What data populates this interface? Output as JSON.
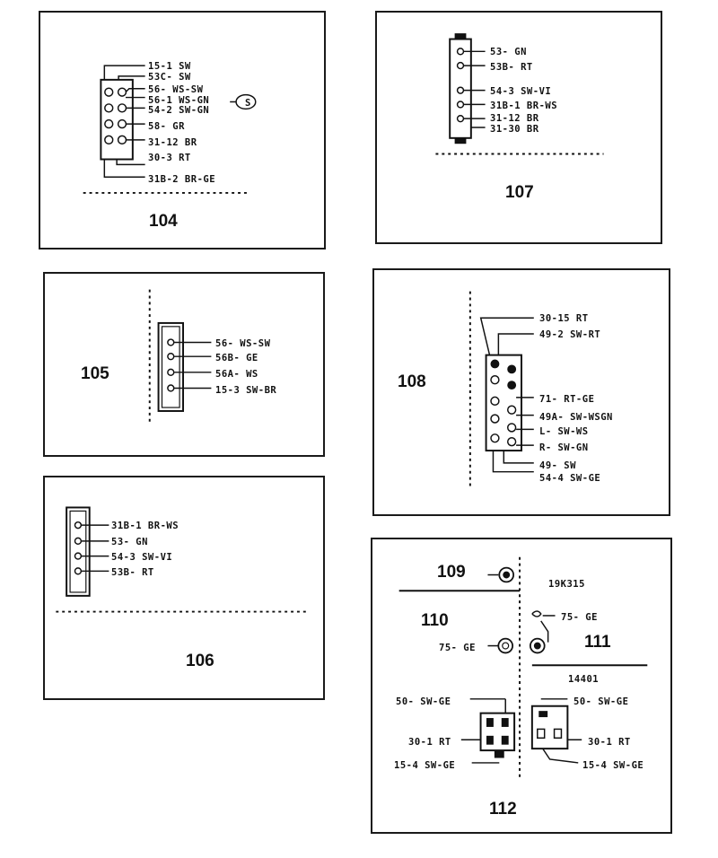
{
  "panels": {
    "p104": {
      "number": "104",
      "labels": [
        "15-1 SW",
        "53C- SW",
        "56- WS-SW",
        "56-1 WS-GN",
        "54-2 SW-GN",
        "58- GR",
        "31-12 BR",
        "30-3 RT",
        "31B-2 BR-GE"
      ],
      "symbol": "S"
    },
    "p107": {
      "number": "107",
      "labels": [
        "53- GN",
        "53B- RT",
        "54-3 SW-VI",
        "31B-1 BR-WS",
        "31-12 BR",
        "31-30 BR"
      ]
    },
    "p105": {
      "number": "105",
      "labels": [
        "56- WS-SW",
        "56B- GE",
        "56A- WS",
        "15-3 SW-BR"
      ]
    },
    "p108": {
      "number": "108",
      "labels": [
        "30-15 RT",
        "49-2 SW-RT",
        "71- RT-GE",
        "49A- SW-WSGN",
        "L- SW-WS",
        "R- SW-GN",
        "49- SW",
        "54-4 SW-GE"
      ]
    },
    "p106": {
      "number": "106",
      "labels": [
        "31B-1 BR-WS",
        "53- GN",
        "54-3 SW-VI",
        "53B- RT"
      ]
    },
    "p112": {
      "n109": "109",
      "n110": "110",
      "n111": "111",
      "n112": "112",
      "part_a": "19K315",
      "part_b": "14401",
      "l75a": "75- GE",
      "l75b": "75- GE",
      "l50a": "50- SW-GE",
      "l50b": "50- SW-GE",
      "l30a": "30-1 RT",
      "l30b": "30-1 RT",
      "l15a": "15-4 SW-GE",
      "l15b": "15-4 SW-GE"
    }
  }
}
